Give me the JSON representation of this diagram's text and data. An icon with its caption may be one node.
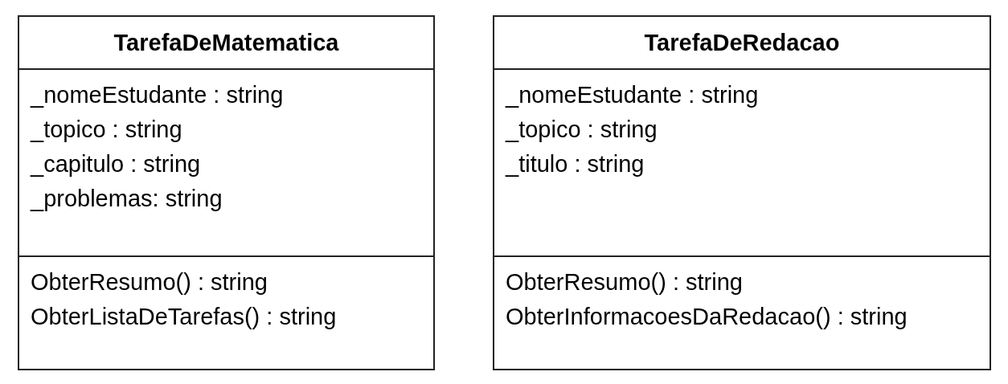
{
  "diagram": {
    "nodes": [
      {
        "text": [
          "TarefaDeMatematica"
        ]
      },
      {
        "text": [
          "_nomeEstudante : string",
          "_topico : string",
          "_capitulo : string",
          "_problemas: string"
        ],
        "in": 0
      },
      {
        "text": [
          "ObterResumo() : string",
          "ObterListaDeTarefas() : string"
        ],
        "in": 0
      },
      {
        "text": [
          "TarefaDeRedacao"
        ]
      },
      {
        "text": [
          "_nomeEstudante : string",
          "_topico : string",
          "_titulo : string"
        ],
        "in": 3
      },
      {
        "text": [
          "ObterResumo() : string",
          "ObterInformacoesDaRedacao() : string"
        ],
        "in": 3
      }
    ]
  }
}
